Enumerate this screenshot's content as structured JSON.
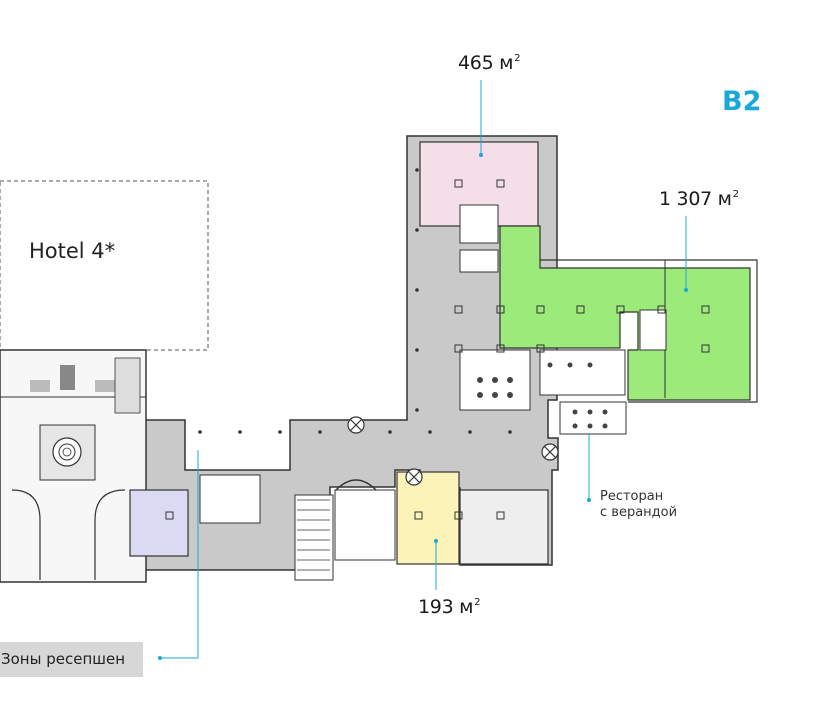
{
  "floor": {
    "code": "B2"
  },
  "hotel": {
    "label": "Hotel 4*"
  },
  "areas": [
    {
      "id": "pink",
      "value": "465 м",
      "unit_sup": "2",
      "color": "#f4dfe8"
    },
    {
      "id": "green",
      "value": "1 307 м",
      "unit_sup": "2",
      "color": "#9bea7a"
    },
    {
      "id": "yellow",
      "value": "193 м",
      "unit_sup": "2",
      "color": "#fbf3b7"
    }
  ],
  "restaurant": {
    "line1": "Ресторан",
    "line2": "с верандой"
  },
  "reception": {
    "label": "Зоны ресепшен"
  },
  "colors": {
    "accent": "#1aa7d9",
    "corridor": "#c9c9c9",
    "lavender": "#dcdaf3",
    "light_gray": "#eeeeee",
    "wall": "#333333"
  }
}
